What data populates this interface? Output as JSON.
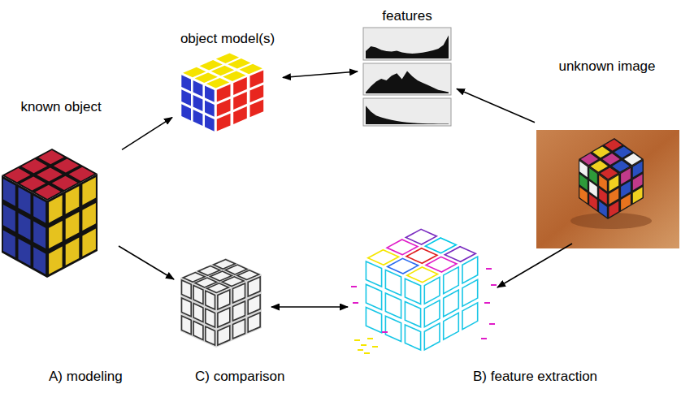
{
  "diagram": {
    "nodes": [
      {
        "text": [
          "known object"
        ]
      },
      {
        "text": [
          "object model(s)"
        ]
      },
      {
        "text": [
          "features"
        ]
      },
      {
        "text": [
          "unknown image"
        ]
      }
    ],
    "edges": [
      {
        "from": 0,
        "to": 1,
        "arrow": "to"
      },
      {
        "from": 1,
        "to": 2,
        "arrow": "both"
      },
      {
        "from": 3,
        "to": 2,
        "arrow": "to"
      }
    ],
    "labels": [
      "A) modeling",
      "C) comparison",
      "B) feature extraction"
    ]
  }
}
